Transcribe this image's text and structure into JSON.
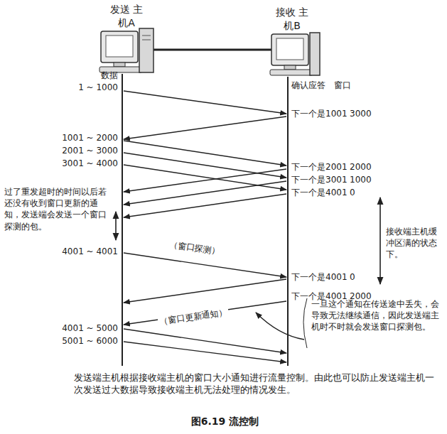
{
  "diagram": {
    "caption": "图6.19 流控制",
    "labels": [
      "发送 主机A",
      "接收 主机B",
      "数据",
      "1 ~ 1000",
      "确认应答",
      "窗口",
      "下一个是1001",
      "3000",
      "1001 ~ 2000",
      "2001 ~ 3000",
      "3001 ~ 4000",
      "下一个是2001",
      "2000",
      "下一个是3001",
      "1000",
      "下一个是4001",
      "0",
      "过了重发超时的时间以后若还没有收到窗口更新的通知，发送端会发送一个窗口探测的包。",
      "4001 ~ 4001",
      "（窗口探测）",
      "下一个是4001",
      "0",
      "接收端主机缓冲区满的状态下。",
      "下一个是4001",
      "2000",
      "（窗口更新通知）",
      "一旦这个通知在传送途中丢失，会导致无法继续通信，因此发送端主机时不时就会发送窗口探测包。",
      "4001 ~ 5000",
      "5001 ~ 6000",
      "发送端主机根据接收端主机的窗口大小通知进行流量控制。由此也可以防止发送端主机一次发送过大数据导致接收端主机无法处理的情况发生。"
    ]
  }
}
